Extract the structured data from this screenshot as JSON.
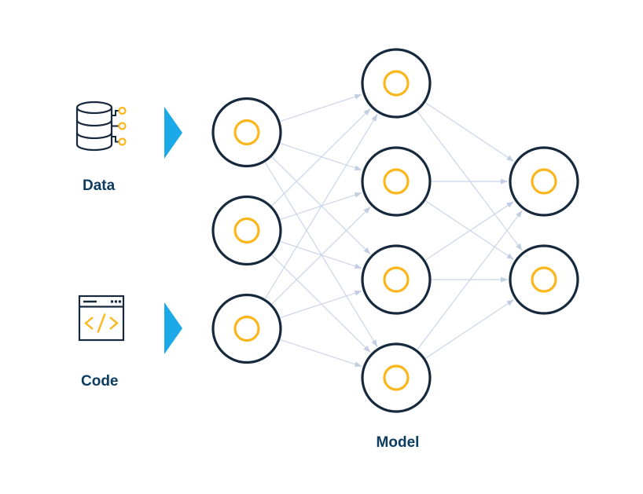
{
  "colors": {
    "navy_stroke": "#16293D",
    "label_text": "#0D3C61",
    "accent_yellow": "#FBB61B",
    "flow_arrow_blue": "#1CA9E8",
    "connection_line": "#CBD5E9",
    "connection_arrowhead": "#C2CEE2",
    "background": "#FFFFFF"
  },
  "sources": [
    {
      "label": "Data",
      "icon": "database-icon"
    },
    {
      "label": "Code",
      "icon": "code-window-icon"
    }
  ],
  "network": {
    "label": "Model",
    "connectivity": "fully-connected-adjacent-layers",
    "layers": [
      {
        "name": "input",
        "nodes": 3
      },
      {
        "name": "hidden",
        "nodes": 4
      },
      {
        "name": "output",
        "nodes": 2
      }
    ]
  }
}
